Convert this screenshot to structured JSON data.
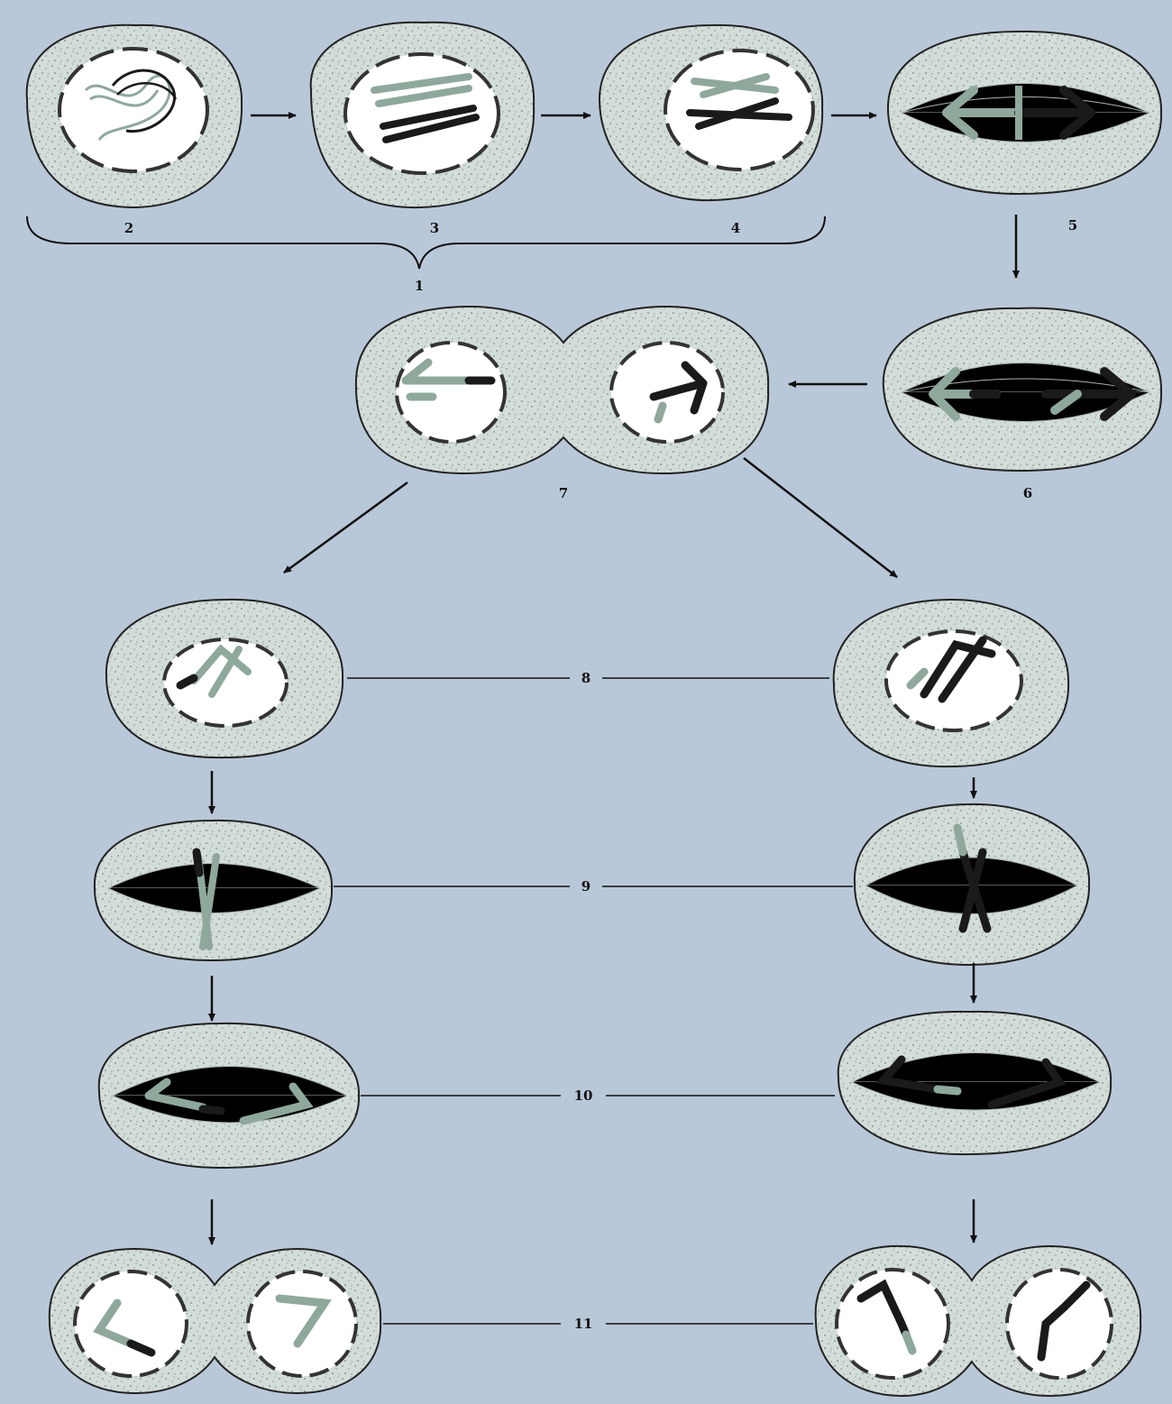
{
  "figure": {
    "labels": {
      "l1": "1",
      "l2": "2",
      "l3": "3",
      "l4": "4",
      "l5": "5",
      "l6": "6",
      "l7": "7",
      "l8": "8",
      "l9": "9",
      "l10": "10",
      "l11": "11"
    },
    "colors": {
      "page": "#b9c8d9",
      "cytoplasm": "#cfd9d6",
      "nucleus": "#ffffff",
      "chromosome_light": "#8fa89c",
      "chromosome_dark": "#1a1a1a",
      "outline": "#222222"
    }
  }
}
